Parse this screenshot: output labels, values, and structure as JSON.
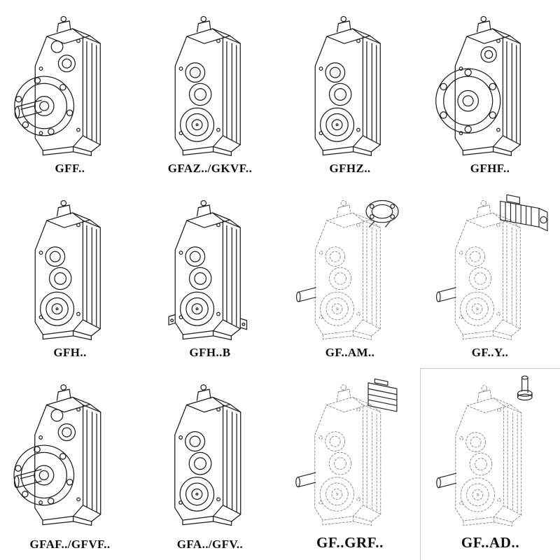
{
  "page": {
    "background": "#ffffff",
    "line_color": "#1c1c1c",
    "phantom_line_color": "#909090"
  },
  "cells": [
    {
      "label": "GFF..",
      "drawing": "flange-mounted-gearbox-with-solid-shaft"
    },
    {
      "label": "GFAZ../GKVF..",
      "drawing": "hollow-shaft-gearbox"
    },
    {
      "label": "GFHZ..",
      "drawing": "hollow-shaft-shrink-disc-gearbox"
    },
    {
      "label": "GFHF..",
      "drawing": "flange-mounted-hollow-shaft-gearbox"
    },
    {
      "label": "GFH..",
      "drawing": "hollow-shaft-gearbox"
    },
    {
      "label": "GFH..B",
      "drawing": "hollow-shaft-gearbox-with-foot-flanges"
    },
    {
      "label": "GF..AM..",
      "drawing": "phantom-gearbox-with-iec-motor-adapter"
    },
    {
      "label": "GF..Y..",
      "drawing": "phantom-gearbox-with-mounted-motor"
    },
    {
      "label": "GFAF../GFVF..",
      "drawing": "flange-mounted-gearbox-with-solid-shaft"
    },
    {
      "label": "GFA../GFV..",
      "drawing": "hollow-shaft-gearbox"
    },
    {
      "label": "GF..GRF..",
      "drawing": "phantom-gearbox-with-finned-adapter-block"
    },
    {
      "label": "GF..AD..",
      "drawing": "phantom-gearbox-with-input-shaft-adapter"
    }
  ]
}
